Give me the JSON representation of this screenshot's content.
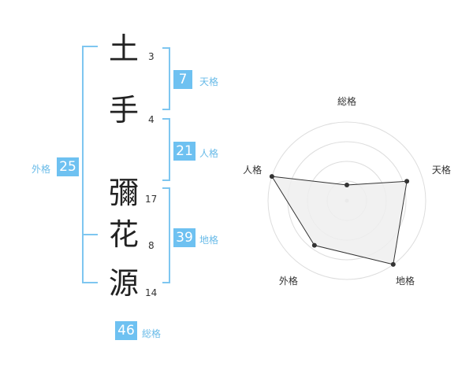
{
  "name": {
    "characters": [
      {
        "char": "土",
        "strokes": "3"
      },
      {
        "char": "手",
        "strokes": "4"
      },
      {
        "char": "彌",
        "strokes": "17"
      },
      {
        "char": "花",
        "strokes": "8"
      },
      {
        "char": "源",
        "strokes": "14"
      }
    ]
  },
  "kakusu": {
    "tenkaku": {
      "value": "7",
      "label": "天格"
    },
    "jinkaku": {
      "value": "21",
      "label": "人格"
    },
    "chikaku": {
      "value": "39",
      "label": "地格"
    },
    "gaikaku": {
      "value": "25",
      "label": "外格"
    },
    "soukaku": {
      "value": "46",
      "label": "総格"
    }
  },
  "chart_data": {
    "type": "radar",
    "axes": [
      "総格",
      "天格",
      "地格",
      "外格",
      "人格"
    ],
    "values": [
      0.2,
      0.8,
      1.0,
      0.7,
      1.0
    ],
    "scale_max": 1.0,
    "rings": 4,
    "colors": {
      "fill": "#efefef",
      "line": "#333333",
      "ring": "#dddddd"
    }
  },
  "colors": {
    "accent": "#6ec1f1",
    "label_text": "#69bbe8"
  }
}
